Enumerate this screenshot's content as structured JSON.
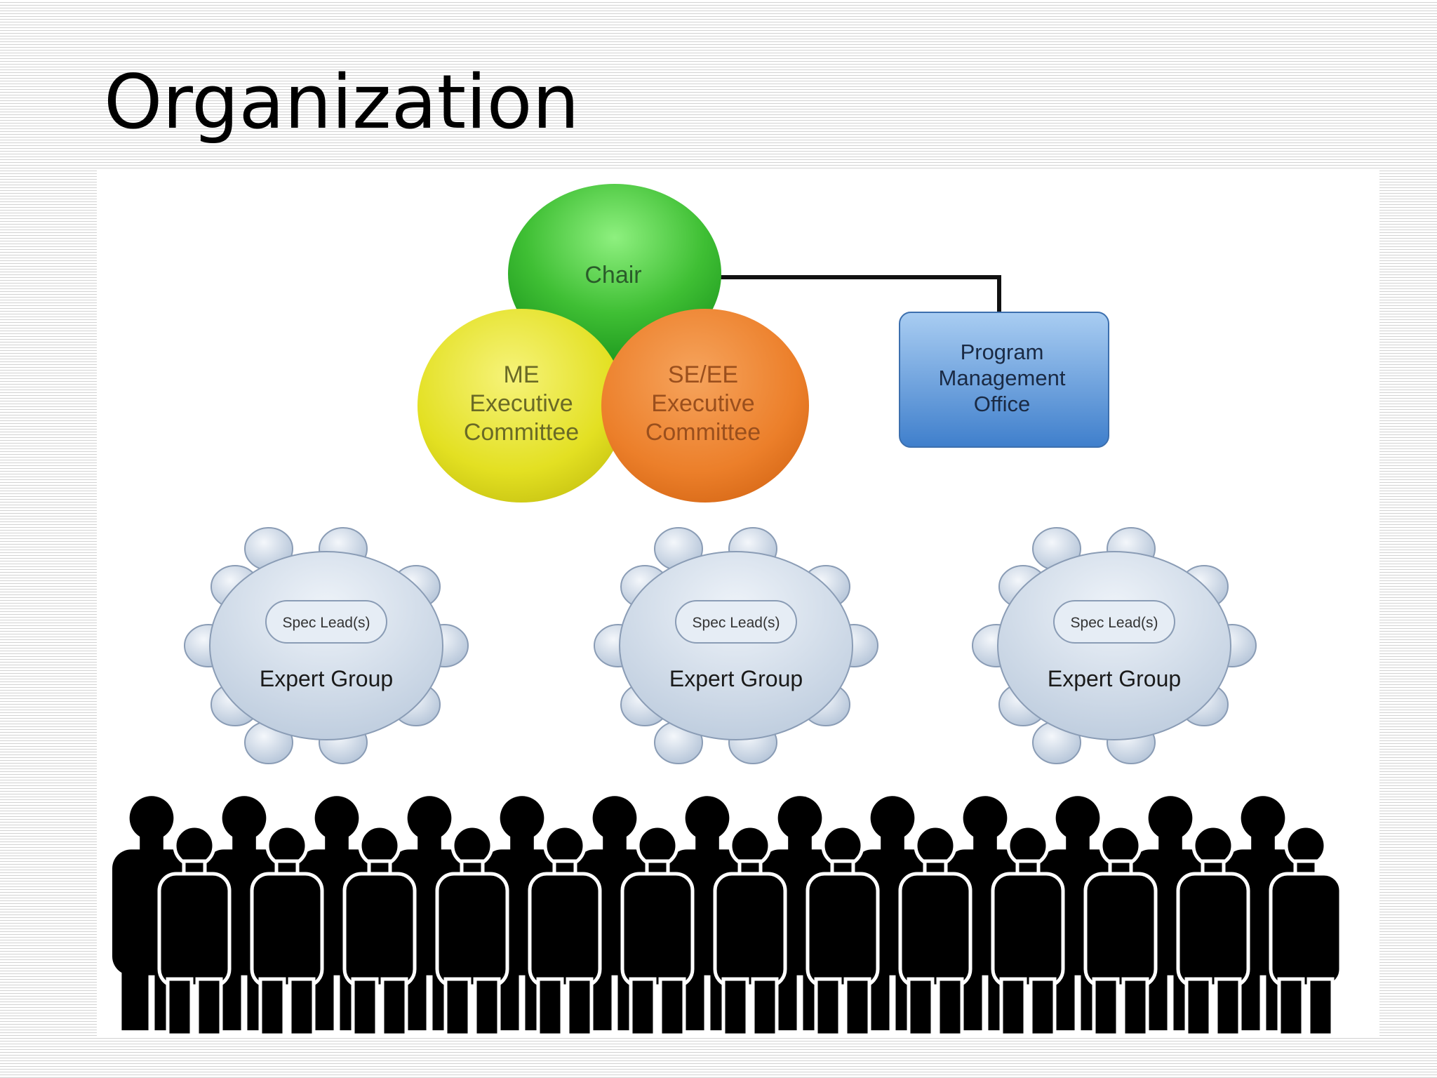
{
  "slide": {
    "title": "Organization"
  },
  "diagram": {
    "chair": {
      "label": "Chair",
      "color": "#3fbf34"
    },
    "me_committee": {
      "lines": [
        "ME",
        "Executive",
        "Committee"
      ],
      "color": "#e3e022"
    },
    "seee_committee": {
      "lines": [
        "SE/EE",
        "Executive",
        "Committee"
      ],
      "color": "#ec7f2a"
    },
    "pmo": {
      "lines": [
        "Program",
        "Management",
        "Office"
      ],
      "color": "#5b97d8"
    },
    "expert_groups": [
      {
        "label": "Expert Group",
        "lead_label": "Spec Lead(s)"
      },
      {
        "label": "Expert Group",
        "lead_label": "Spec Lead(s)"
      },
      {
        "label": "Expert Group",
        "lead_label": "Spec Lead(s)"
      }
    ],
    "table_color": "#cfdbe9",
    "member_icon": "person-silhouette-icon"
  }
}
